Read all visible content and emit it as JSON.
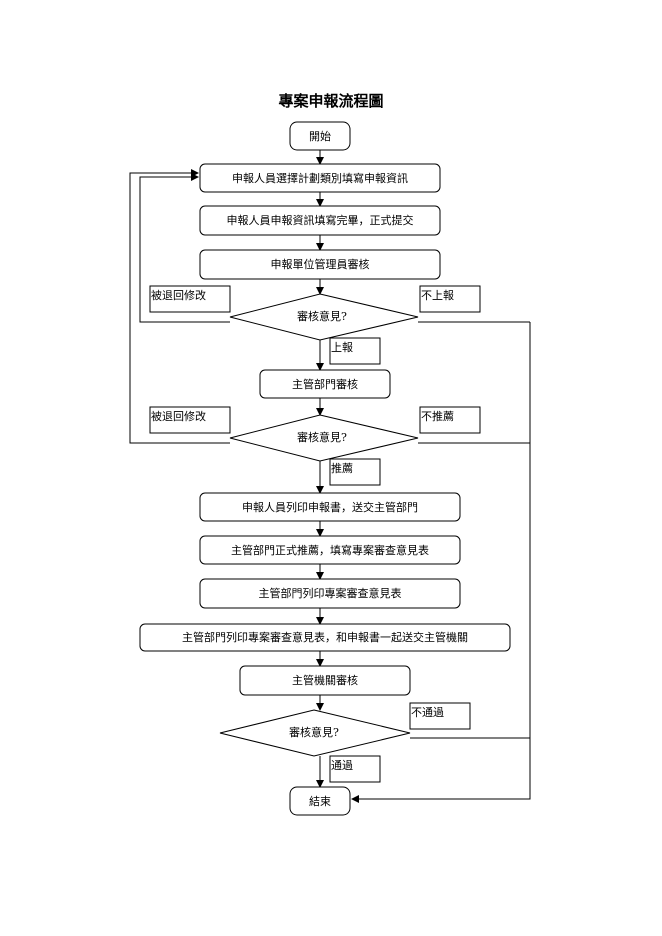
{
  "title": "專案申報流程圖",
  "nodes": {
    "start": "開始",
    "fill_info": "申報人員選擇計劃類別填寫申報資訊",
    "submit": "申報人員申報資訊填寫完畢，正式提交",
    "unit_review": "申報單位管理員審核",
    "opinion1": "審核意見?",
    "dept_review": "主管部門審核",
    "opinion2": "審核意見?",
    "print_submit": "申報人員列印申報書，送交主管部門",
    "dept_recommend": "主管部門正式推薦，填寫專案審查意見表",
    "dept_print": "主管部門列印專案審查意見表",
    "dept_send": "主管部門列印專案審查意見表，和申報書一起送交主管機關",
    "agency_review": "主管機關審核",
    "opinion3": "審核意見?",
    "end": "結束"
  },
  "labels": {
    "return1": "被退回修改",
    "not_report": "不上報",
    "report": "上報",
    "return2": "被退回修改",
    "not_recommend": "不推薦",
    "recommend": "推薦",
    "not_pass": "不通過",
    "pass": "通過"
  }
}
